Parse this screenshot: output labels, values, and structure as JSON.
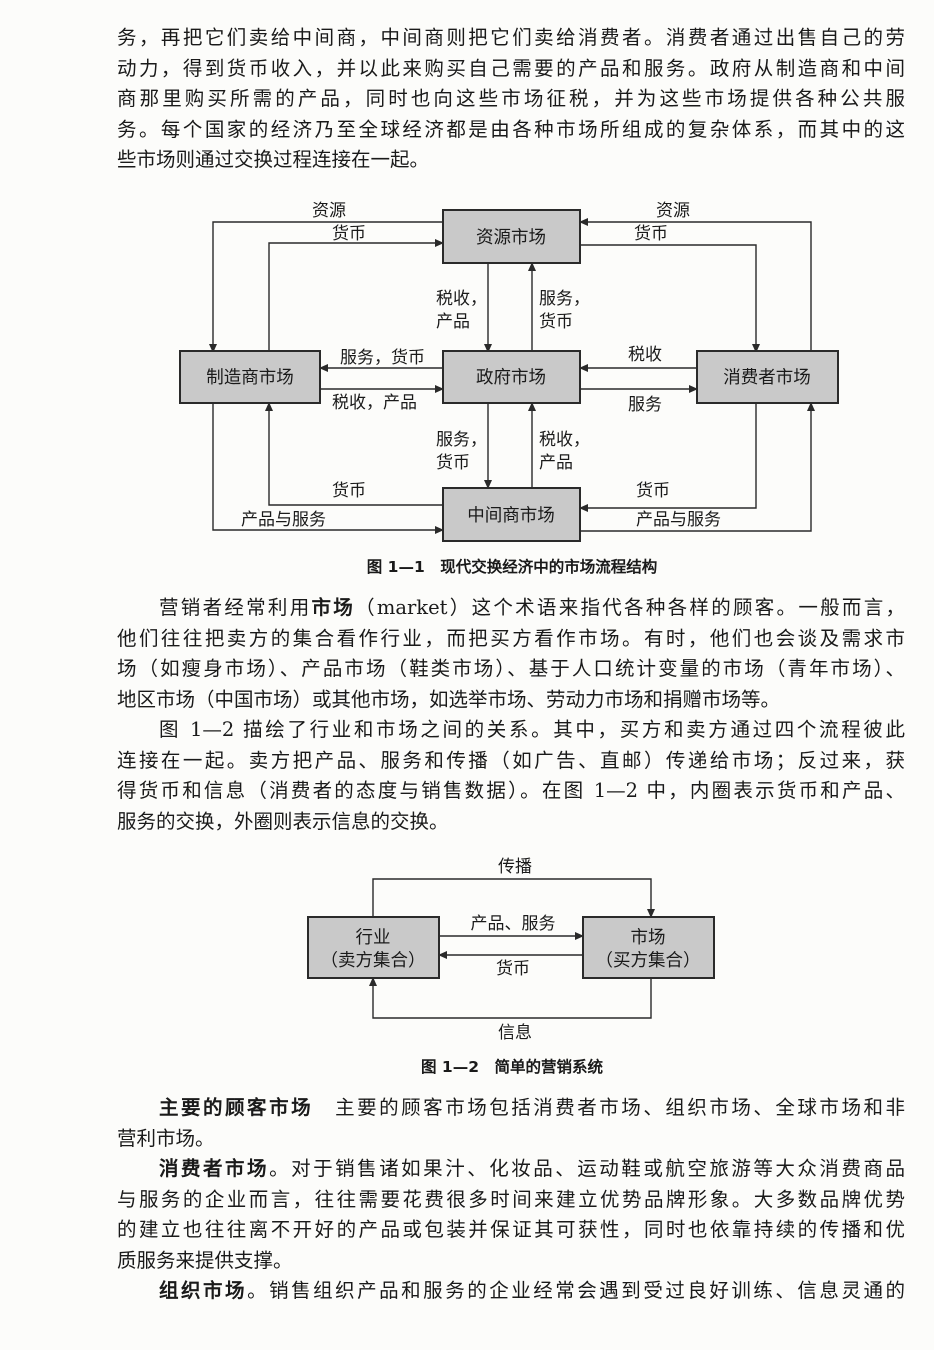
{
  "top_paragraph": [
    "务，再把它们卖给中间商，中间商则把它们卖给消费者。消费者通过出售自己的劳",
    "动力，得到货币收入，并以此来购买自己需要的产品和服务。政府从制造商和中间",
    "商那里购买所需的产品，同时也向这些市场征税，并为这些市场提供各种公共服",
    "务。每个国家的经济乃至全球经济都是由各种市场所组成的复杂体系，而其中的这",
    "些市场则通过交换过程连接在一起。"
  ],
  "figure1": {
    "boxes": {
      "resource": "资源市场",
      "manufacturer": "制造商市场",
      "government": "政府市场",
      "consumer": "消费者市场",
      "intermediary": "中间商市场"
    },
    "labels": {
      "resource_left": "资源",
      "money_left": "货币",
      "resource_right": "资源",
      "money_right": "货币",
      "tax_1": "税收，",
      "product_1": "产品",
      "service_1": "服务，",
      "money_1": "货币",
      "service_money_left": "服务，货币",
      "tax_product_left": "税收，产品",
      "tax_right": "税收",
      "service_right": "服务",
      "service_2": "服务，",
      "money_2": "货币",
      "tax_2": "税收，",
      "product_2": "产品",
      "money_bl": "货币",
      "goods_bl": "产品与服务",
      "money_br": "货币",
      "goods_br": "产品与服务"
    },
    "caption": "图 1—1　现代交换经济中的市场流程结构"
  },
  "middle_paragraphs": [
    {
      "pre": "营销者经常利用",
      "bold": "市场",
      "post": "（market）这个术语来指代各种各样的顾客。一般而言，"
    },
    "他们往往把卖方的集合看作行业，而把买方看作市场。有时，他们也会谈及需求市",
    "场（如瘦身市场）、产品市场（鞋类市场）、基于人口统计变量的市场（青年市场）、",
    "地区市场（中国市场）或其他市场，如选举市场、劳动力市场和捐赠市场等。",
    "图 1—2 描绘了行业和市场之间的关系。其中，买方和卖方通过四个流程彼此",
    "连接在一起。卖方把产品、服务和传播（如广告、直邮）传递给市场；反过来，获",
    "得货币和信息（消费者的态度与销售数据）。在图 1—2 中，内圈表示货币和产品、",
    "服务的交换，外圈则表示信息的交换。"
  ],
  "figure2": {
    "industry_title": "行业",
    "industry_sub": "（卖方集合）",
    "market_title": "市场",
    "market_sub": "（买方集合）",
    "communication": "传播",
    "goods_services": "产品、服务",
    "money": "货币",
    "information": "信息",
    "caption": "图 1—2　简单的营销系统"
  },
  "bottom_paragraphs": [
    {
      "bold": "主要的顾客市场",
      "post": "　主要的顾客市场包括消费者市场、组织市场、全球市场和非"
    },
    "营利市场。",
    {
      "bold": "消费者市场",
      "post": "。对于销售诸如果汁、化妆品、运动鞋或航空旅游等大众消费商品"
    },
    "与服务的企业而言，往往需要花费很多时间来建立优势品牌形象。大多数品牌优势",
    "的建立也往往离不开好的产品或包装并保证其可获性，同时也依靠持续的传播和优",
    "质服务来提供支撑。",
    {
      "bold": "组织市场",
      "post": "。销售组织产品和服务的企业经常会遇到受过良好训练、信息灵通的"
    }
  ]
}
